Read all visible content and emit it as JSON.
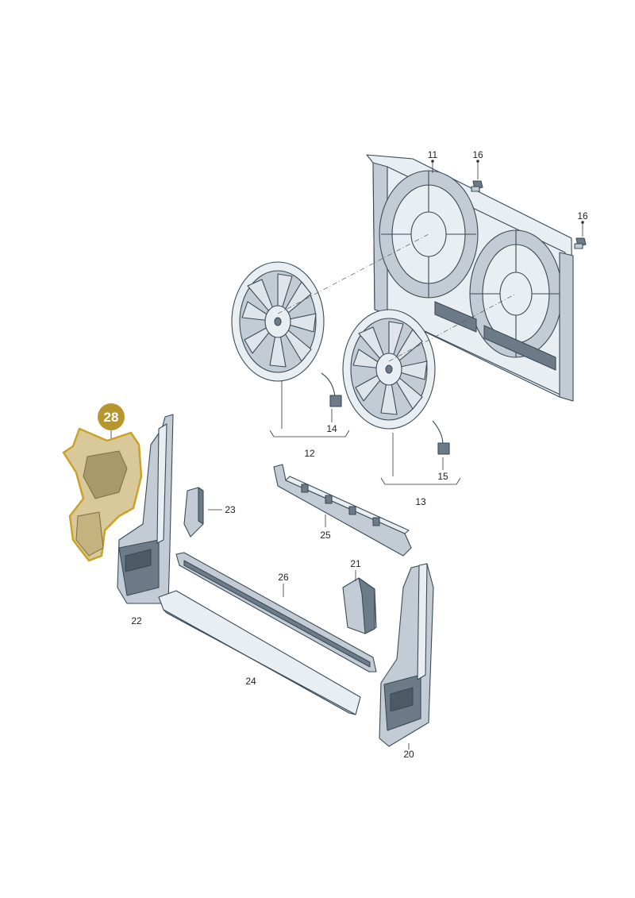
{
  "callouts": {
    "c11": "11",
    "c12": "12",
    "c13": "13",
    "c14": "14",
    "c15": "15",
    "c16a": "16",
    "c16b": "16",
    "c20": "20",
    "c21": "21",
    "c22": "22",
    "c23": "23",
    "c24": "24",
    "c25": "25",
    "c26": "26"
  },
  "highlight": {
    "label": "28",
    "badge_color": "#b8962e",
    "outline_color": "#c9a227",
    "fill_color": "#d8c89a"
  }
}
